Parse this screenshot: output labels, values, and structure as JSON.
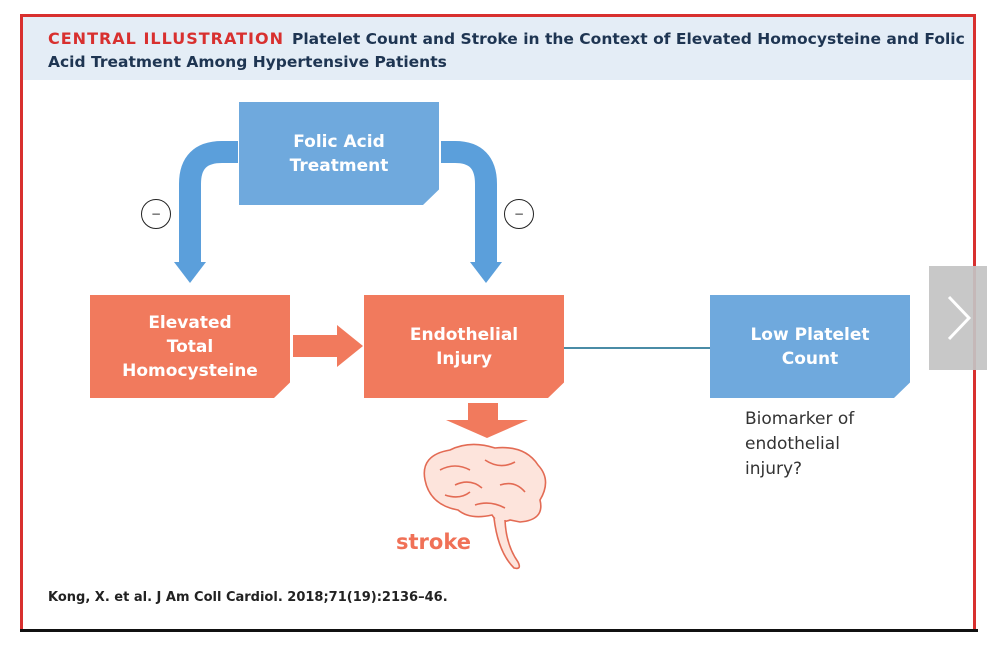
{
  "header": {
    "tag": "CENTRAL ILLUSTRATION",
    "title": "Platelet Count and Stroke in the Context of Elevated Homocysteine and Folic Acid Treatment Among Hypertensive Patients"
  },
  "nodes": {
    "folic_acid": "Folic Acid\nTreatment",
    "homocysteine": "Elevated\nTotal\nHomocysteine",
    "endothelial": "Endothelial\nInjury",
    "platelet": "Low Platelet\nCount"
  },
  "inhibit_symbol": "−",
  "biomarker_note": "Biomarker of\nendothelial\ninjury?",
  "outcome_label": "stroke",
  "citation": "Kong, X. et al. J Am Coll Cardiol. 2018;71(19):2136–46.",
  "colors": {
    "accent_red": "#d8302f",
    "node_blue": "#6fa9dd",
    "node_red": "#f17a5d",
    "header_bg": "#e4edf6"
  },
  "navigation": {
    "next_icon": "chevron-right-icon"
  }
}
